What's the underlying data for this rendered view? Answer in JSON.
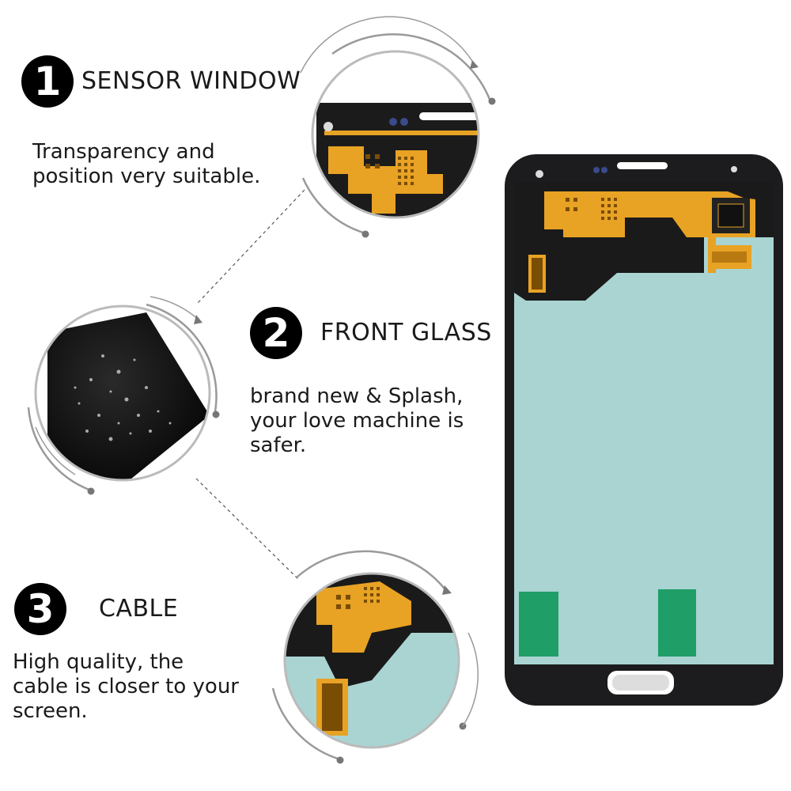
{
  "features": [
    {
      "number": "1",
      "title": "SENSOR WINDOW",
      "description": "Transparency and\nposition very suitable."
    },
    {
      "number": "2",
      "title": "FRONT GLASS",
      "description": "brand  new & Splash,\nyour love machine is\nsafer."
    },
    {
      "number": "3",
      "title": "CABLE",
      "description": "High quality, the\ncable is closer to your\nscreen."
    }
  ],
  "colors": {
    "screen": "#a9d4d2",
    "bezel": "#1c1c1e",
    "flex_cable": "#e8a224",
    "tape": "#1f9e67",
    "ring": "#9a9a9a"
  }
}
